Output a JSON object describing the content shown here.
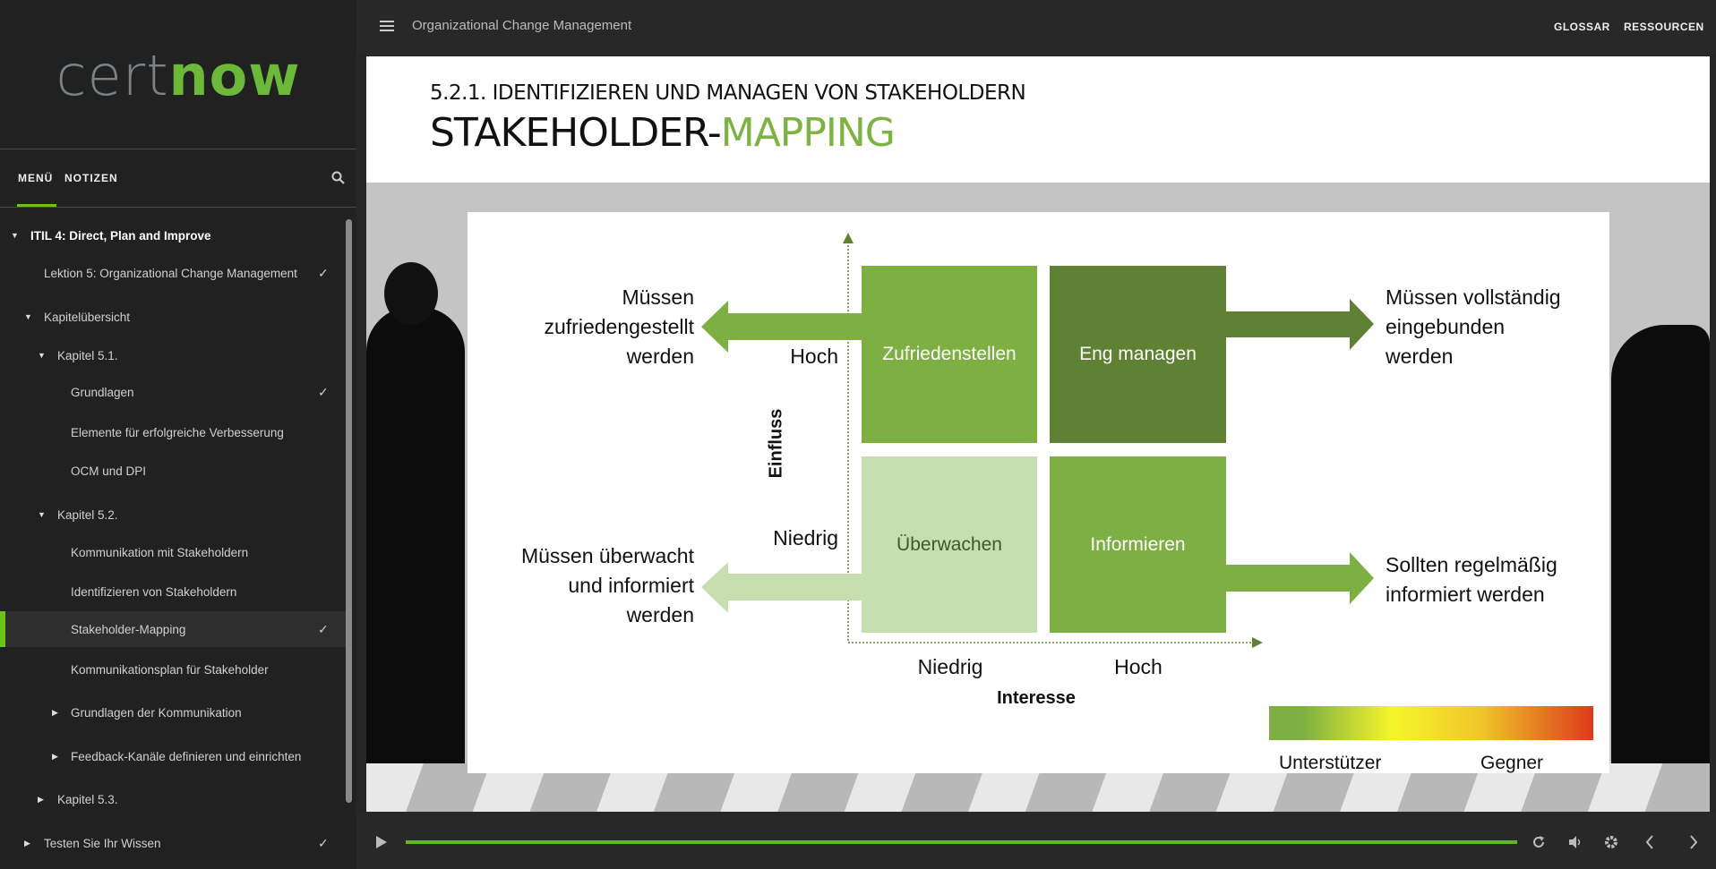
{
  "sidebar": {
    "logo": {
      "part1": "cert",
      "part2": "now"
    },
    "tabs": [
      {
        "label": "MENÜ",
        "active": true
      },
      {
        "label": "NOTIZEN",
        "active": false
      }
    ],
    "items": [
      {
        "label": "ITIL 4: Direct, Plan and Improve",
        "caret": "down",
        "done": false
      },
      {
        "label": "Lektion 5: Organizational Change Management",
        "caret": "",
        "done": true
      },
      {
        "label": "Kapitelübersicht",
        "caret": "down",
        "done": false
      },
      {
        "label": "Kapitel 5.1.",
        "caret": "down",
        "done": false
      },
      {
        "label": "Grundlagen",
        "caret": "",
        "done": true
      },
      {
        "label": "Elemente für erfolgreiche Verbesserung",
        "caret": "",
        "done": false
      },
      {
        "label": "OCM und DPI",
        "caret": "",
        "done": false
      },
      {
        "label": "Kapitel 5.2.",
        "caret": "down",
        "done": false
      },
      {
        "label": "Kommunikation mit Stakeholdern",
        "caret": "",
        "done": false
      },
      {
        "label": "Identifizieren von Stakeholdern",
        "caret": "",
        "done": false
      },
      {
        "label": "Stakeholder-Mapping",
        "caret": "",
        "done": true,
        "active": true
      },
      {
        "label": "Kommunikationsplan für Stakeholder",
        "caret": "",
        "done": false
      },
      {
        "label": "Grundlagen der Kommunikation",
        "caret": "right",
        "done": false
      },
      {
        "label": "Feedback-Kanäle definieren und einrichten",
        "caret": "right",
        "done": false
      },
      {
        "label": "Kapitel 5.3.",
        "caret": "right",
        "done": false
      },
      {
        "label": "Testen Sie Ihr Wissen",
        "caret": "right",
        "done": true
      }
    ]
  },
  "topbar": {
    "title": "Organizational Change Management",
    "glossar": "GLOSSAR",
    "ressourcen": "RESSOURCEN"
  },
  "slide": {
    "subtitle": "5.2.1. IDENTIFIZIEREN UND MANAGEN VON STAKEHOLDERN",
    "title_black": "STAKEHOLDER-",
    "title_green": "MAPPING",
    "diagram": {
      "quadrants": {
        "top_left": "Zufriedenstellen",
        "top_right": "Eng managen",
        "bottom_left": "Überwachen",
        "bottom_right": "Informieren"
      },
      "left_top": [
        "Müssen",
        "zufriedengestellt",
        "werden"
      ],
      "left_bottom": [
        "Müssen überwacht",
        "und informiert",
        "werden"
      ],
      "right_top": [
        "Müssen vollständig",
        "eingebunden",
        "werden"
      ],
      "right_bottom": [
        "Sollten regelmäßig",
        "informiert werden"
      ],
      "y_axis": {
        "label": "Einfluss",
        "high": "Hoch",
        "low": "Niedrig"
      },
      "x_axis": {
        "label": "Interesse",
        "low": "Niedrig",
        "high": "Hoch"
      },
      "legend": {
        "left": "Unterstützer",
        "right": "Gegner"
      },
      "colors": {
        "green": "#7daf42",
        "dark": "#5e8133",
        "light": "#c6deb0"
      }
    }
  },
  "player": {
    "progress": 1.0,
    "accent": "#5cb82a"
  }
}
